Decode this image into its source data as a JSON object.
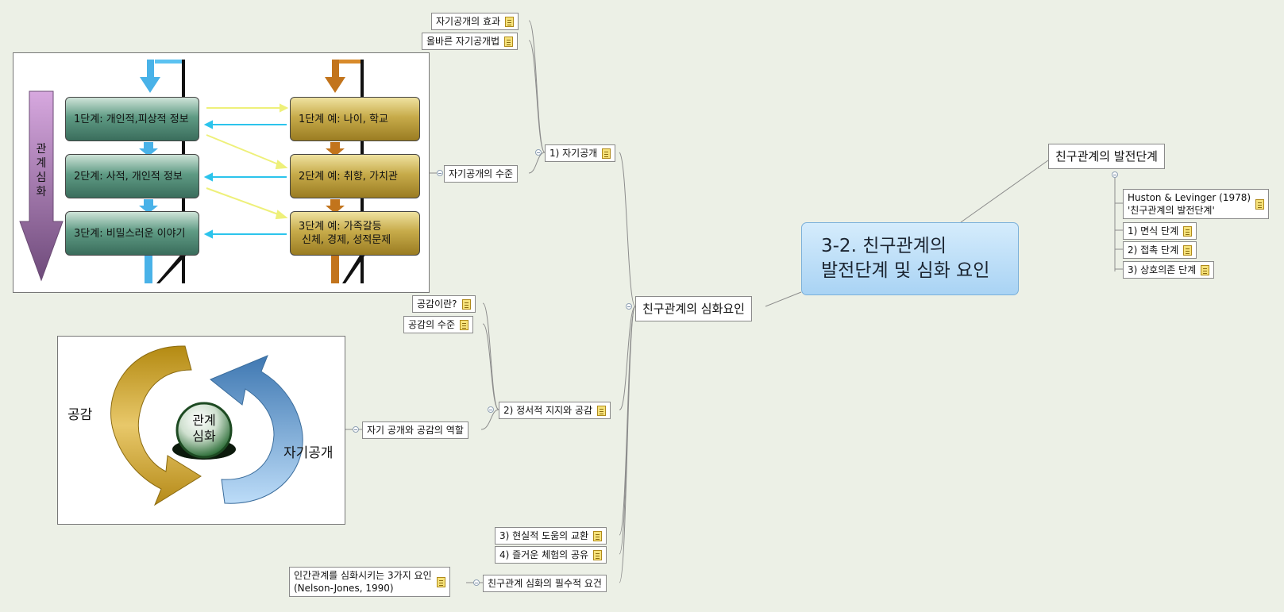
{
  "colors": {
    "background": "#ecf0e6",
    "central_fill": "#b9dcf6",
    "node_border": "#8a8a8a",
    "line": "#8c8c8c"
  },
  "central": {
    "line1": "3-2. 친구관계의",
    "line2": "발전단계 및 심화 요인"
  },
  "right_branch": {
    "label": "친구관계의 발전단계",
    "children": [
      {
        "line1": "Huston & Levinger (1978)",
        "line2": "'친구관계의 발전단계'",
        "note_icon": "note-icon"
      },
      {
        "label": "1) 면식 단계",
        "note_icon": "note-icon"
      },
      {
        "label": "2) 접촉 단계",
        "note_icon": "note-icon"
      },
      {
        "label": "3) 상호의존 단계",
        "note_icon": "note-icon"
      }
    ]
  },
  "left_branch": {
    "label": "친구관계의 심화요인",
    "self_disclosure": {
      "label": "1) 자기공개",
      "effect": "자기공개의 효과",
      "method": "올바른 자기공개법",
      "level": "자기공개의 수준"
    },
    "emotional_support": {
      "label": "2) 정서적 지지와 공감",
      "what": "공감이란?",
      "level": "공감의 수준",
      "role": "자기 공개와 공감의 역할"
    },
    "practical_help": "3) 현실적 도움의 교환",
    "pleasant_experience": "4) 즐거운 체험의 공유",
    "requirement": {
      "label": "친구관계 심화의 필수적 요건",
      "note_line1": "인간관계를 심화시키는 3가지 요인",
      "note_line2": "(Nelson-Jones, 1990)"
    }
  },
  "stages_picture": {
    "arrow_label": "관계심화",
    "stages": [
      {
        "left": "1단계: 개인적,피상적 정보",
        "right": "1단계 예: 나이, 학교"
      },
      {
        "left": "2단계: 사적, 개인적 정보",
        "right": "2단계 예: 취향, 가치관"
      },
      {
        "left": "3단계: 비밀스러운 이야기",
        "right_line1": "3단계 예: 가족갈등",
        "right_line2": "신체, 경제, 성적문제"
      }
    ]
  },
  "cycle_picture": {
    "left_label": "공감",
    "right_label": "자기공개",
    "center_line1": "관계",
    "center_line2": "심화"
  }
}
